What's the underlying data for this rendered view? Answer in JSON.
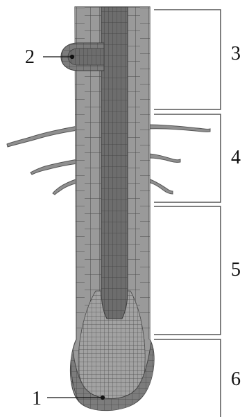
{
  "labels": {
    "tip_pointer": "1",
    "lateral_root_pointer": "2",
    "zone_upper": "3",
    "zone_root_hair": "4",
    "zone_elongation": "5",
    "zone_tip": "6"
  },
  "colors": {
    "cortex": "#9a9a9a",
    "stele": "#6d6d6d",
    "cell_line": "#4a4a4a",
    "root_hair": "#8f8f8f",
    "root_cap": "#7c7c7c",
    "bracket": "#555555",
    "text": "#111111"
  }
}
